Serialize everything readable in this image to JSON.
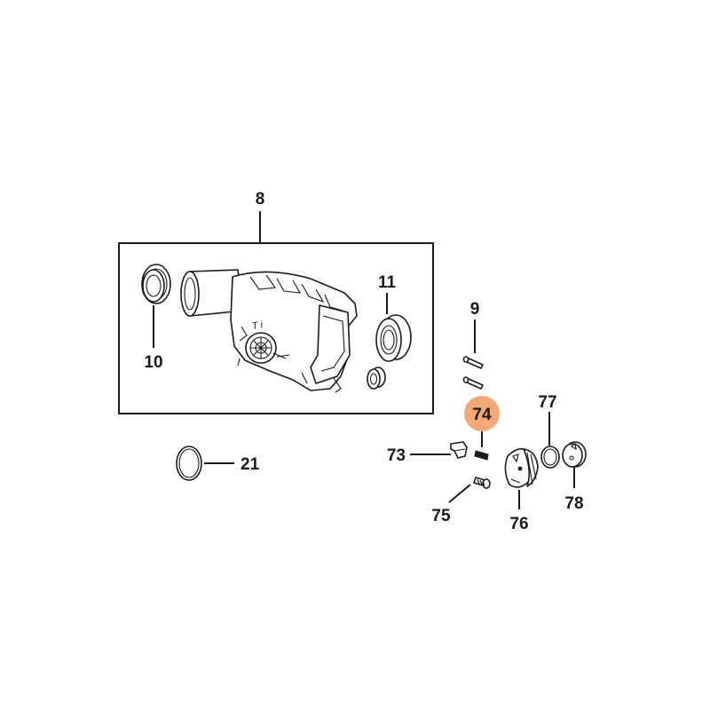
{
  "callouts": {
    "c8": "8",
    "c9": "9",
    "c10": "10",
    "c11": "11",
    "c21": "21",
    "c73": "73",
    "c74": "74",
    "c75": "75",
    "c76": "76",
    "c77": "77",
    "c78": "78"
  },
  "housing_marking": "T i",
  "highlight": {
    "part": "74",
    "color": "#f5a878"
  },
  "colors": {
    "line": "#1a1a1a",
    "background": "#ffffff"
  }
}
